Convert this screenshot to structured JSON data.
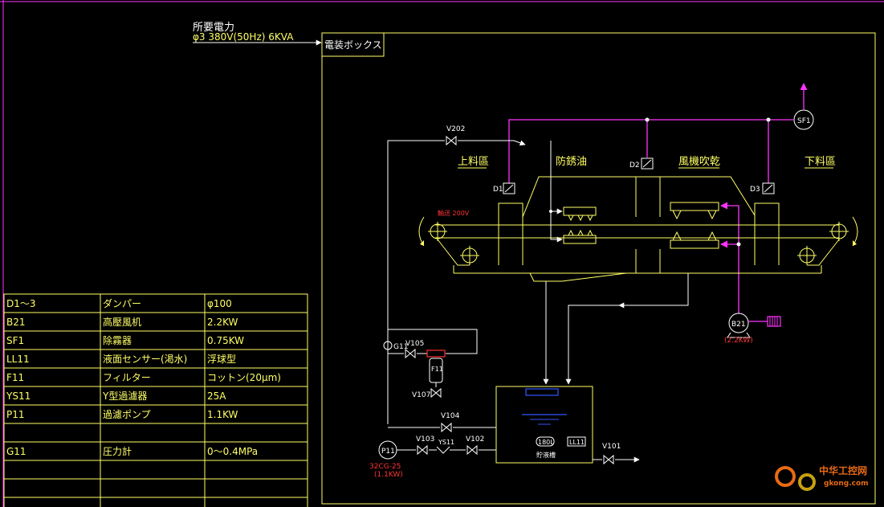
{
  "power": {
    "title": "所要電力",
    "spec": "φ3 380V(50Hz) 6KVA",
    "box_label": "電装ボックス"
  },
  "zones": {
    "loading": "上料區",
    "rust_oil": "防銹油",
    "blow_dry": "風機吹乾",
    "unloading": "下料區"
  },
  "tags": {
    "v202": "V202",
    "d1": "D1",
    "d2": "D2",
    "d3": "D3",
    "sf1": "SF1",
    "b21": "B21",
    "b21_power": "(2.2KW)",
    "heater": "輸送 200V",
    "g11": "G11",
    "v105": "V105",
    "f11": "F11",
    "v107": "V107",
    "v104": "V104",
    "v103": "V103",
    "ys11": "YS11",
    "v102": "V102",
    "v101": "V101",
    "p11": "P11",
    "p11_model": "32CG-25",
    "p11_power": "(1.1KW)",
    "tank_volume": "180L",
    "tank_name": "貯液槽",
    "ll11": "LL11"
  },
  "spec_table": {
    "rows": [
      {
        "code": "D1～3",
        "name": "ダンパー",
        "spec": "φ100"
      },
      {
        "code": "B21",
        "name": "高壓風机",
        "spec": "2.2KW"
      },
      {
        "code": "SF1",
        "name": "除霧器",
        "spec": "0.75KW"
      },
      {
        "code": "LL11",
        "name": "液面センサー(渇水)",
        "spec": "浮球型"
      },
      {
        "code": "F11",
        "name": "フィルター",
        "spec": "コットン(20μm)"
      },
      {
        "code": "YS11",
        "name": "Y型過濾器",
        "spec": "25A"
      },
      {
        "code": "P11",
        "name": "過濾ポンプ",
        "spec": "1.1KW"
      },
      {
        "code": "",
        "name": "",
        "spec": ""
      },
      {
        "code": "G11",
        "name": "圧力計",
        "spec": "0～0.4MPa"
      },
      {
        "code": "",
        "name": "",
        "spec": ""
      },
      {
        "code": "",
        "name": "",
        "spec": ""
      },
      {
        "code": "",
        "name": "",
        "spec": ""
      }
    ]
  },
  "watermark": {
    "name": "中华工控网",
    "url": "gkong.com"
  },
  "colors": {
    "line": "#ffff66",
    "air_duct": "#ff33ff",
    "flow": "#ffffff",
    "label_red": "#ff3333",
    "water": "#3355ff"
  }
}
